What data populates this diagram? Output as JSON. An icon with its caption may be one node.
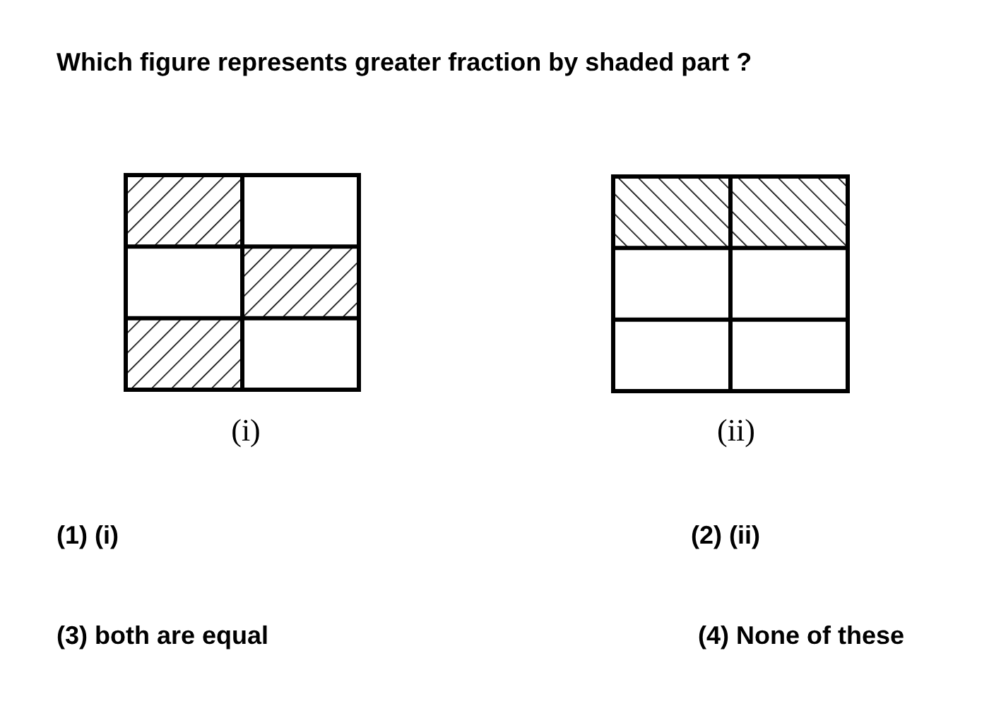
{
  "diagram": {
    "title": "Which figure represents greater fraction by shaded part ?",
    "labels": [
      "(i)",
      "(ii)",
      "(1) (i)",
      "(2) (ii)",
      "(3) both are equal",
      "(4) None of these"
    ]
  }
}
